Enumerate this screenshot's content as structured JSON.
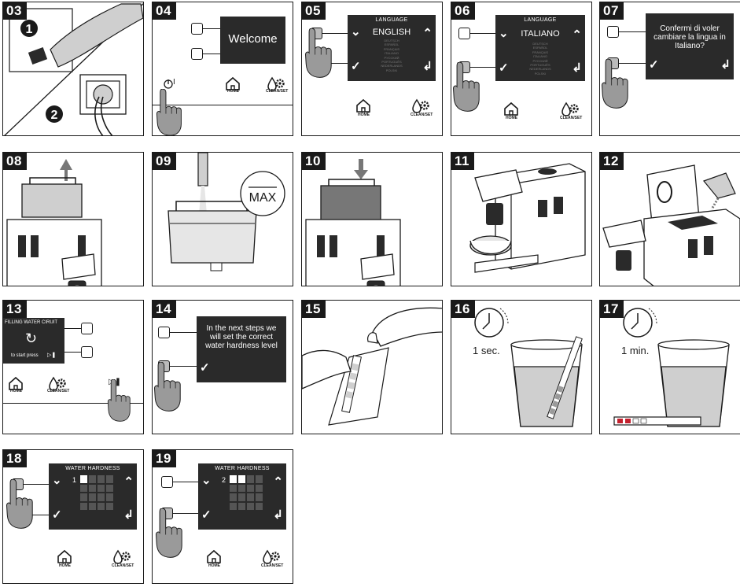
{
  "steps": [
    "03",
    "04",
    "05",
    "06",
    "07",
    "08",
    "09",
    "10",
    "11",
    "12",
    "13",
    "14",
    "15",
    "16",
    "17",
    "18",
    "19"
  ],
  "p03": {
    "circle1": "1",
    "circle2": "2"
  },
  "p04": {
    "welcome": "Welcome",
    "power": "I"
  },
  "lang_title": "LANGUAGE",
  "p05": {
    "lang": "ENGLISH"
  },
  "p06": {
    "lang": "ITALIANO"
  },
  "lang_list": [
    "DEUTSCH",
    "ESPAÑOL",
    "FRANÇAIS",
    "ITALIANO",
    "РУССКИЙ",
    "PORTUGUÊS",
    "NEDERLANDS",
    "POLSKI"
  ],
  "p07": {
    "msg": "Confermi di voler cambiare la lingua in Italiano?"
  },
  "p09": {
    "max": "MAX"
  },
  "p13": {
    "title": "FILLING WATER CIRUIT",
    "start": "to start press"
  },
  "p14": {
    "msg": "In the next steps we will set the correct water hardness level"
  },
  "p16": {
    "time": "1 sec."
  },
  "p17": {
    "time": "1 min."
  },
  "hardness_title": "WATER HARDNESS",
  "p18": {
    "level": "1"
  },
  "p19": {
    "level": "2"
  },
  "home_label": "HOME",
  "clean_label": "CLEAN/SET",
  "icons": {
    "down": "chevron-down-icon",
    "up": "chevron-up-icon",
    "check": "check-icon",
    "back": "return-icon",
    "home": "home-icon",
    "clean": "clean-set-icon",
    "power": "power-icon",
    "timer": "timer-icon"
  },
  "colors": {
    "ink": "#1a1a1a",
    "screen": "#2a2a2a",
    "hand": "#9a9a9a",
    "water": "#cfcfcf",
    "strip_red": "#c4202e"
  }
}
